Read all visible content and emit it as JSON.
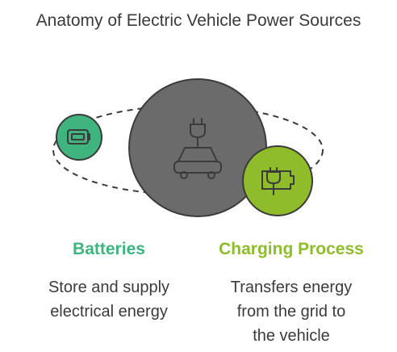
{
  "title": "Anatomy of Electric Vehicle Power Sources",
  "center_node": {
    "icon": "ev-car-plug-icon",
    "color": "#6b6b6b"
  },
  "nodes": [
    {
      "heading": "Batteries",
      "description_lines": [
        "Store and supply",
        "electrical energy"
      ],
      "icon": "battery-icon",
      "color": "#3fb47f"
    },
    {
      "heading": "Charging Process",
      "description_lines": [
        "Transfers energy",
        "from the grid to",
        "the vehicle"
      ],
      "icon": "plug-battery-icon",
      "color": "#8fbc2a"
    }
  ]
}
